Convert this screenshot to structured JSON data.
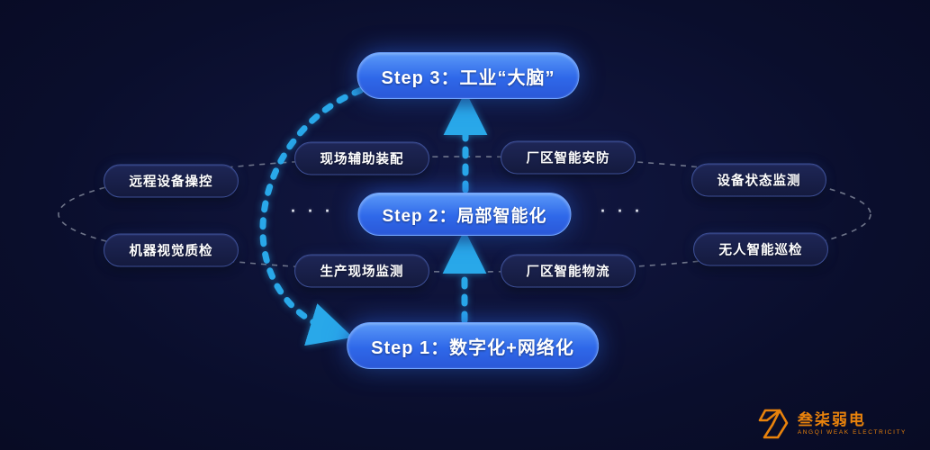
{
  "colors": {
    "background": "#0a0e2c",
    "arrow": "#29a8e9",
    "connector": "#9097a8",
    "node_border": "#3d4f96",
    "brand": "#e8820c"
  },
  "steps": [
    {
      "key": "step1",
      "label": "Step 1：数字化+网络化"
    },
    {
      "key": "step2",
      "label": "Step 2：局部智能化"
    },
    {
      "key": "step3",
      "label": "Step 3：工业“大脑”"
    }
  ],
  "satellites": [
    {
      "key": "remote-device-control",
      "label": "远程设备操控"
    },
    {
      "key": "machine-vision-inspection",
      "label": "机器视觉质检"
    },
    {
      "key": "onsite-assisted-assembly",
      "label": "现场辅助装配"
    },
    {
      "key": "factory-smart-security",
      "label": "厂区智能安防"
    },
    {
      "key": "production-site-monitoring",
      "label": "生产现场监测"
    },
    {
      "key": "factory-smart-logistics",
      "label": "厂区智能物流"
    },
    {
      "key": "equipment-status-monitoring",
      "label": "设备状态监测"
    },
    {
      "key": "unmanned-smart-inspection",
      "label": "无人智能巡检"
    }
  ],
  "ellipsis_left": "· · ·",
  "ellipsis_right": "· · ·",
  "logo": {
    "name": "叁柒弱电",
    "subtitle": "ANGQI WEAK ELECTRICITY"
  }
}
